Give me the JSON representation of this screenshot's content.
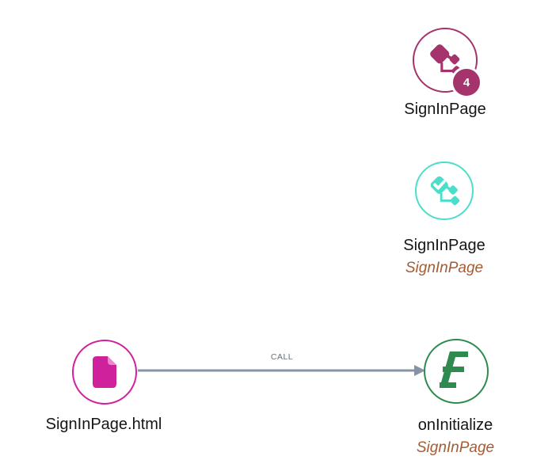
{
  "graph": {
    "nodes": [
      {
        "id": "signinpage-class",
        "kind": "class",
        "label": "SignInPage",
        "badge": "4",
        "color": "#A5336C",
        "icon": "class-diamonds-icon"
      },
      {
        "id": "signinpage-class-resolved",
        "kind": "class",
        "label": "SignInPage",
        "sublabel": "SignInPage",
        "color": "#4ADFCB",
        "icon": "class-diamonds-check-icon"
      },
      {
        "id": "signinpage-html-file",
        "kind": "file",
        "label": "SignInPage.html",
        "color": "#D0219C",
        "icon": "file-document-icon"
      },
      {
        "id": "oninitialize-function",
        "kind": "function",
        "label": "onInitialize",
        "sublabel": "SignInPage",
        "color": "#2F8A4F",
        "icon": "function-f-icon"
      }
    ],
    "edges": [
      {
        "from": "SignInPage.html",
        "to": "onInitialize",
        "label": "CALL",
        "color": "#8494A6"
      }
    ]
  },
  "colors": {
    "background": "#FFFFFF",
    "label_text": "#151515",
    "sublabel_text": "#A55B33",
    "edge": "#8494A6",
    "edge_label_text": "#646F7D",
    "badge_fill": "#A5336C",
    "badge_text": "#FFFFFF"
  }
}
